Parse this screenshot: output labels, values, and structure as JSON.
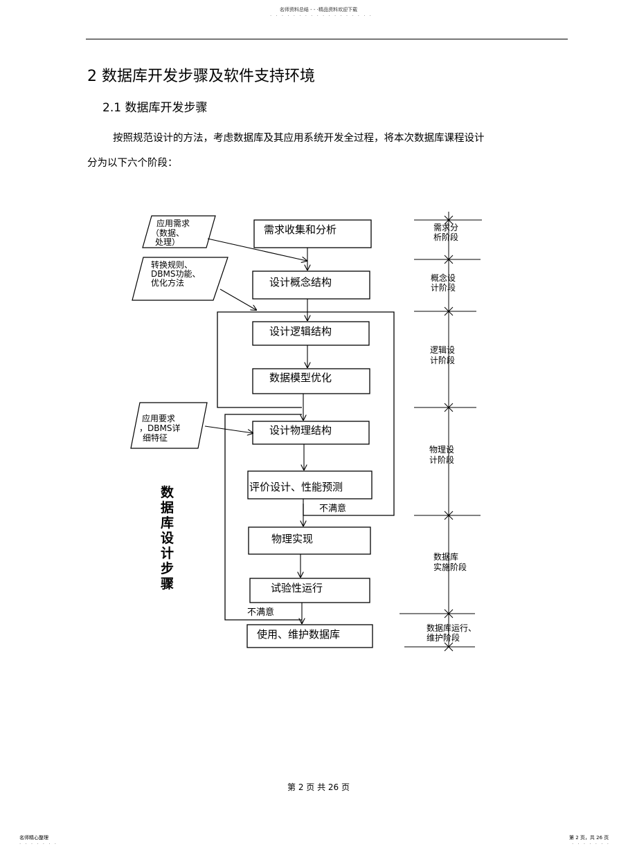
{
  "header": {
    "top_note": "名师资料总结 - - -精品资料欢迎下载",
    "dots": "· · · · · · · · · · · · · · · · · ·"
  },
  "heading": {
    "h1": "2 数据库开发步骤及软件支持环境",
    "h2": "2.1 数据库开发步骤"
  },
  "body": {
    "para1": "按照规范设计的方法，考虑数据库及其应用系统开发全过程，将本次数据库课程设计",
    "para2": "分为以下六个阶段："
  },
  "diagram": {
    "steps": [
      "需求收集和分析",
      "设计概念结构",
      "设计逻辑结构",
      "数据模型优化",
      "设计物理结构",
      "评价设计、性能预测",
      "物理实现",
      "试验性运行",
      "使用、维护数据库"
    ],
    "inputs": [
      [
        "应用需求",
        "（数据、",
        "处理）"
      ],
      [
        "转换规则、",
        "DBMS功能、",
        "优化方法"
      ],
      [
        "应用要求",
        "，DBMS详",
        "细特征"
      ]
    ],
    "unsatisfied_label": "不满意",
    "vertical_title": [
      "数",
      "据",
      "库",
      "设",
      "计",
      "步",
      "骤"
    ],
    "stages": [
      [
        "需求分",
        "析阶段"
      ],
      [
        "概念设",
        "计阶段"
      ],
      [
        "逻辑设",
        "计阶段"
      ],
      [
        "物理设",
        "计阶段"
      ],
      [
        "数据库",
        "实施阶段"
      ],
      [
        "数据库运行、",
        "维护阶段"
      ]
    ]
  },
  "footer": {
    "page_label": "第 2 页 共 26 页",
    "corner_left": "名师精心整理",
    "corner_right": "第 2 页，共 26 页",
    "dots": "· · · · · · ·"
  }
}
